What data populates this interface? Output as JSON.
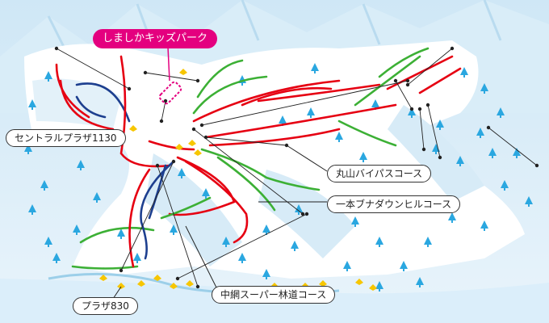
{
  "labels": {
    "kids_park": "しましかキッズパーク",
    "central_plaza": "セントラルプラザ1130",
    "maruyama_bypass": "丸山バイパスコース",
    "ippon_buna_downhill": "一本ブナダウンヒルコース",
    "nakaami_super_rindo": "中網スーパー林道コース",
    "plaza_830": "プラザ830"
  },
  "colors": {
    "kids_park_label": "#e4007f",
    "course_advanced": "#e60012",
    "course_intermediate": "#3cb035",
    "course_expert": "#1d3f8f",
    "lift": "#222222",
    "tree": "#2aa7e0",
    "facility": "#f7c600",
    "snow": "#ffffff",
    "mountain_shadow": "#c9e4f4"
  },
  "icons": {
    "tree": "tree-icon",
    "facility": "facility-icon",
    "lift_station": "lift-station-icon"
  }
}
